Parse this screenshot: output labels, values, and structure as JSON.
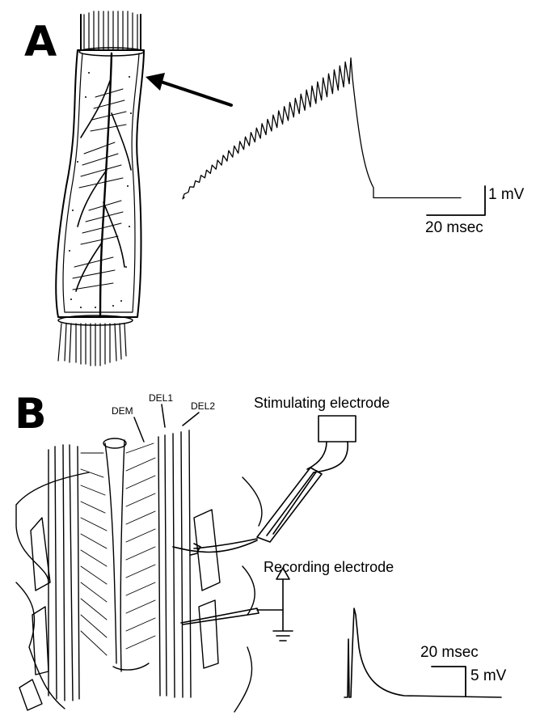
{
  "panel_a": {
    "label": "A",
    "scale_voltage": "1 mV",
    "scale_time": "20 msec"
  },
  "panel_b": {
    "label": "B",
    "muscle_labels": [
      "DEM",
      "DEL1",
      "DEL2"
    ],
    "stimulating_label": "Stimulating electrode",
    "recording_label": "Recording electrode",
    "scale_time": "20 msec",
    "scale_voltage": "5 mV"
  },
  "colors": {
    "ink": "#000000",
    "paper": "#ffffff"
  }
}
